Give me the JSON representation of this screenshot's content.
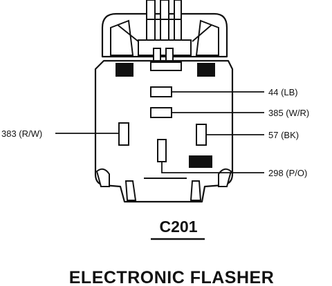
{
  "connector": {
    "id": "C201",
    "title": "ELECTRONIC FLASHER"
  },
  "pins": [
    {
      "circuit": "44",
      "color": "LB"
    },
    {
      "circuit": "385",
      "color": "W/R"
    },
    {
      "circuit": "57",
      "color": "BK"
    },
    {
      "circuit": "298",
      "color": "P/O"
    },
    {
      "circuit": "383",
      "color": "R/W"
    }
  ],
  "labels": {
    "pin1": "44 (LB)",
    "pin2": "385 (W/R)",
    "pin3": "57 (BK)",
    "pin4": "298 (P/O)",
    "pin5": "383 (R/W)"
  },
  "colors": {
    "ink": "#111111",
    "body": "#ffffff"
  }
}
